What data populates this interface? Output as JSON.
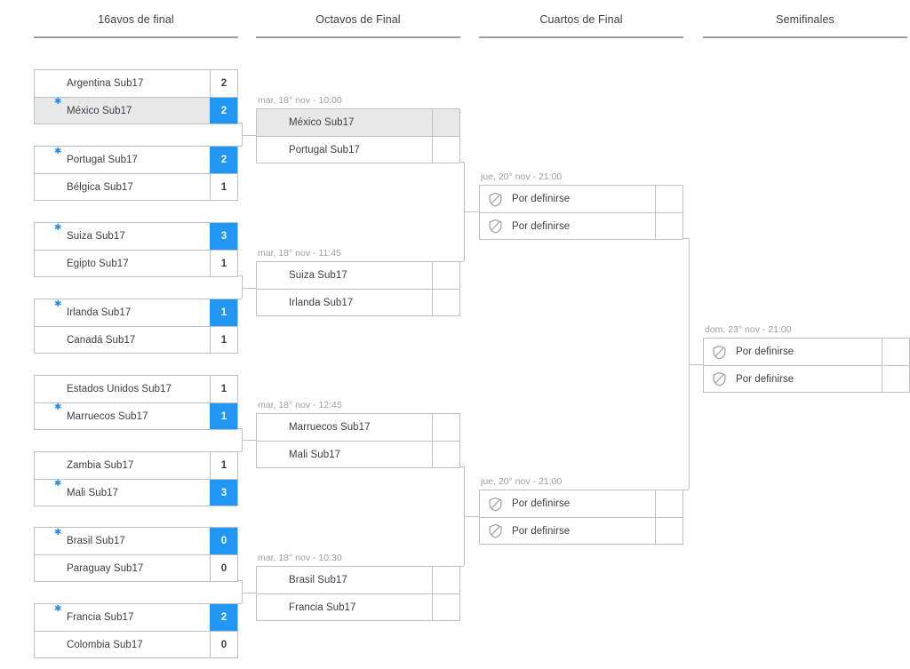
{
  "columns": [
    {
      "key": "r32",
      "label": "16avos de final"
    },
    {
      "key": "r16",
      "label": "Octavos de Final"
    },
    {
      "key": "qf",
      "label": "Cuartos de Final"
    },
    {
      "key": "sf",
      "label": "Semifinales"
    }
  ],
  "placeholder_team": "Por definirse",
  "colors": {
    "winner_score_bg": "#2196f3",
    "highlight_row_bg": "#e8e8e8",
    "border": "#bdc1c6",
    "text": "#3c4043",
    "muted_text": "#9aa0a6",
    "star": "#1a8cf0"
  },
  "round_of_32": [
    {
      "id": "m1",
      "date": "",
      "teams": [
        {
          "name": "Argentina Sub17",
          "score": "2",
          "winner": false,
          "highlight": false,
          "flag": "argentina"
        },
        {
          "name": "México Sub17",
          "score": "2",
          "winner": true,
          "highlight": true,
          "flag": "mexico"
        }
      ]
    },
    {
      "id": "m2",
      "date": "",
      "teams": [
        {
          "name": "Portugal Sub17",
          "score": "2",
          "winner": true,
          "highlight": false,
          "flag": "portugal"
        },
        {
          "name": "Bélgica Sub17",
          "score": "1",
          "winner": false,
          "highlight": false,
          "flag": "belgica"
        }
      ]
    },
    {
      "id": "m3",
      "date": "",
      "teams": [
        {
          "name": "Suiza Sub17",
          "score": "3",
          "winner": true,
          "highlight": false,
          "flag": "suiza"
        },
        {
          "name": "Egipto Sub17",
          "score": "1",
          "winner": false,
          "highlight": false,
          "flag": "egipto"
        }
      ]
    },
    {
      "id": "m4",
      "date": "",
      "teams": [
        {
          "name": "Irlanda Sub17",
          "score": "1",
          "winner": true,
          "highlight": false,
          "flag": "irlanda"
        },
        {
          "name": "Canadá Sub17",
          "score": "1",
          "winner": false,
          "highlight": false,
          "flag": "canada"
        }
      ]
    },
    {
      "id": "m5",
      "date": "",
      "teams": [
        {
          "name": "Estados Unidos Sub17",
          "score": "1",
          "winner": false,
          "highlight": false,
          "flag": "eeuu"
        },
        {
          "name": "Marruecos Sub17",
          "score": "1",
          "winner": true,
          "highlight": false,
          "flag": "marruecos"
        }
      ]
    },
    {
      "id": "m6",
      "date": "",
      "teams": [
        {
          "name": "Zambia Sub17",
          "score": "1",
          "winner": false,
          "highlight": false,
          "flag": "zambia"
        },
        {
          "name": "Mali Sub17",
          "score": "3",
          "winner": true,
          "highlight": false,
          "flag": "mali"
        }
      ]
    },
    {
      "id": "m7",
      "date": "",
      "teams": [
        {
          "name": "Brasil Sub17",
          "score": "0",
          "winner": true,
          "highlight": false,
          "flag": "brasil"
        },
        {
          "name": "Paraguay Sub17",
          "score": "0",
          "winner": false,
          "highlight": false,
          "flag": "paraguay"
        }
      ]
    },
    {
      "id": "m8",
      "date": "",
      "teams": [
        {
          "name": "Francia Sub17",
          "score": "2",
          "winner": true,
          "highlight": false,
          "flag": "francia"
        },
        {
          "name": "Colombia Sub17",
          "score": "0",
          "winner": false,
          "highlight": false,
          "flag": "colombia"
        }
      ]
    }
  ],
  "round_of_16": [
    {
      "id": "o1",
      "date": "mar, 18° nov - 10:00",
      "teams": [
        {
          "name": "México Sub17",
          "score": "",
          "winner": false,
          "highlight": true,
          "flag": "mexico"
        },
        {
          "name": "Portugal Sub17",
          "score": "",
          "winner": false,
          "highlight": false,
          "flag": "portugal"
        }
      ]
    },
    {
      "id": "o2",
      "date": "mar, 18° nov - 11:45",
      "teams": [
        {
          "name": "Suiza Sub17",
          "score": "",
          "winner": false,
          "highlight": false,
          "flag": "suiza"
        },
        {
          "name": "Irlanda Sub17",
          "score": "",
          "winner": false,
          "highlight": false,
          "flag": "irlanda"
        }
      ]
    },
    {
      "id": "o3",
      "date": "mar, 18° nov - 12:45",
      "teams": [
        {
          "name": "Marruecos Sub17",
          "score": "",
          "winner": false,
          "highlight": false,
          "flag": "marruecos"
        },
        {
          "name": "Mali Sub17",
          "score": "",
          "winner": false,
          "highlight": false,
          "flag": "mali"
        }
      ]
    },
    {
      "id": "o4",
      "date": "mar, 18° nov - 10:30",
      "teams": [
        {
          "name": "Brasil Sub17",
          "score": "",
          "winner": false,
          "highlight": false,
          "flag": "brasil"
        },
        {
          "name": "Francia Sub17",
          "score": "",
          "winner": false,
          "highlight": false,
          "flag": "francia"
        }
      ]
    }
  ],
  "quarter_finals": [
    {
      "id": "q1",
      "date": "jue, 20° nov - 21:00",
      "teams": [
        {
          "name": "Por definirse",
          "score": "",
          "winner": false,
          "highlight": false,
          "flag": "tbd"
        },
        {
          "name": "Por definirse",
          "score": "",
          "winner": false,
          "highlight": false,
          "flag": "tbd"
        }
      ]
    },
    {
      "id": "q2",
      "date": "jue, 20° nov - 21:00",
      "teams": [
        {
          "name": "Por definirse",
          "score": "",
          "winner": false,
          "highlight": false,
          "flag": "tbd"
        },
        {
          "name": "Por definirse",
          "score": "",
          "winner": false,
          "highlight": false,
          "flag": "tbd"
        }
      ]
    }
  ],
  "semi_finals": [
    {
      "id": "s1",
      "date": "dom, 23° nov - 21:00",
      "teams": [
        {
          "name": "Por definirse",
          "score": "",
          "winner": false,
          "highlight": false,
          "flag": "tbd"
        },
        {
          "name": "Por definirse",
          "score": "",
          "winner": false,
          "highlight": false,
          "flag": "tbd"
        }
      ]
    }
  ]
}
